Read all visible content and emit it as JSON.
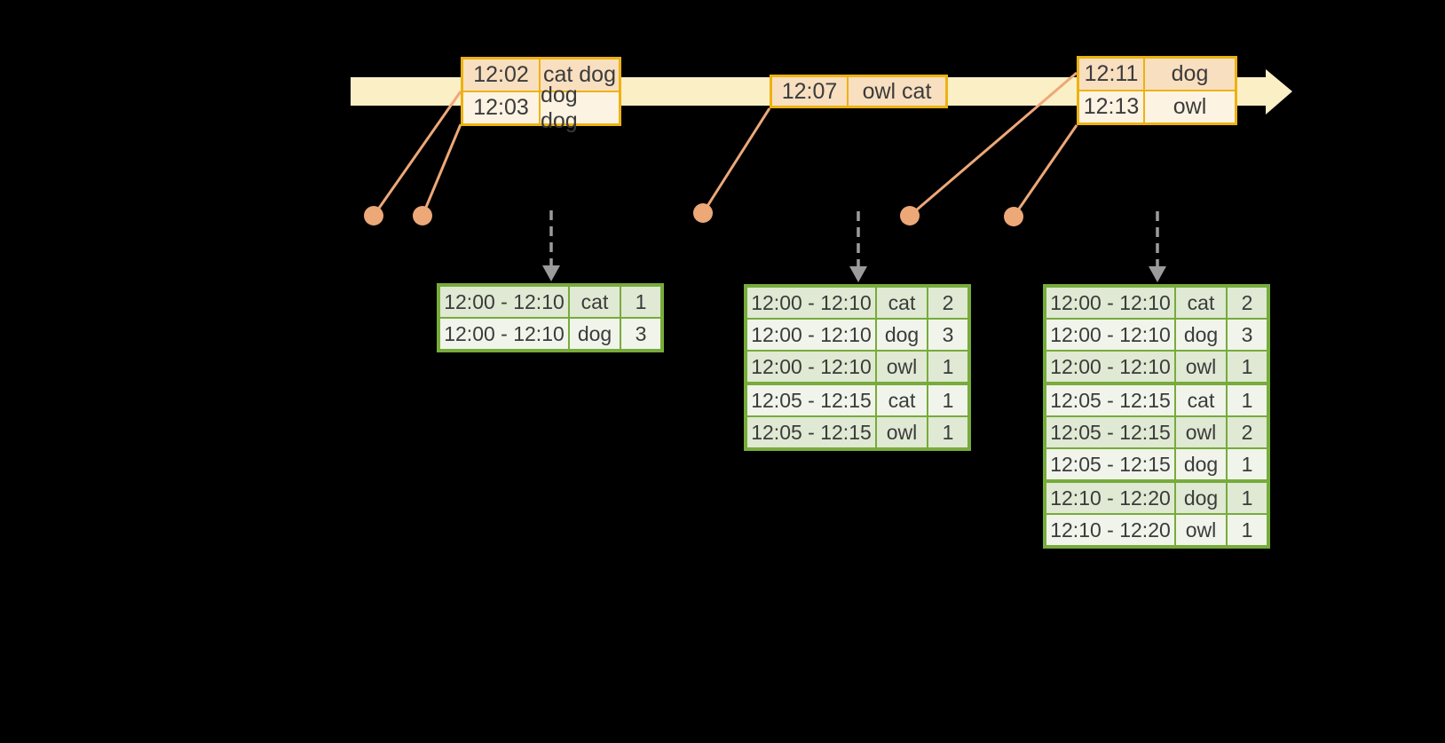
{
  "colors": {
    "background": "#000000",
    "timeline_band": "#FBEFC6",
    "event_border": "#EDB211",
    "event_row_dark": "#F8DFC0",
    "event_row_light": "#FDF3E3",
    "connector_salmon": "#EDA878",
    "trigger_arrow_gray": "#9B9B9B",
    "result_border": "#77AB3B",
    "result_row_dark": "#DFE9D3",
    "result_row_light": "#F0F4EA",
    "text": "#3B3B3B"
  },
  "event_stream": {
    "tables": [
      {
        "rows": [
          {
            "time": "12:02",
            "words": "cat dog"
          },
          {
            "time": "12:03",
            "words": "dog dog"
          }
        ]
      },
      {
        "rows": [
          {
            "time": "12:07",
            "words": "owl cat"
          }
        ]
      },
      {
        "rows": [
          {
            "time": "12:11",
            "words": "dog"
          },
          {
            "time": "12:13",
            "words": "owl"
          }
        ]
      }
    ]
  },
  "result_tables": [
    {
      "rows": [
        {
          "window": "12:00 - 12:10",
          "word": "cat",
          "count": "1"
        },
        {
          "window": "12:00 - 12:10",
          "word": "dog",
          "count": "3"
        }
      ]
    },
    {
      "rows": [
        {
          "window": "12:00 - 12:10",
          "word": "cat",
          "count": "2"
        },
        {
          "window": "12:00 - 12:10",
          "word": "dog",
          "count": "3"
        },
        {
          "window": "12:00 - 12:10",
          "word": "owl",
          "count": "1"
        },
        {
          "window": "12:05 - 12:15",
          "word": "cat",
          "count": "1"
        },
        {
          "window": "12:05 - 12:15",
          "word": "owl",
          "count": "1"
        }
      ]
    },
    {
      "rows": [
        {
          "window": "12:00 - 12:10",
          "word": "cat",
          "count": "2"
        },
        {
          "window": "12:00 - 12:10",
          "word": "dog",
          "count": "3"
        },
        {
          "window": "12:00 - 12:10",
          "word": "owl",
          "count": "1"
        },
        {
          "window": "12:05 - 12:15",
          "word": "cat",
          "count": "1"
        },
        {
          "window": "12:05 - 12:15",
          "word": "owl",
          "count": "2"
        },
        {
          "window": "12:05 - 12:15",
          "word": "dog",
          "count": "1"
        },
        {
          "window": "12:10 - 12:20",
          "word": "dog",
          "count": "1"
        },
        {
          "window": "12:10 - 12:20",
          "word": "owl",
          "count": "1"
        }
      ]
    }
  ]
}
